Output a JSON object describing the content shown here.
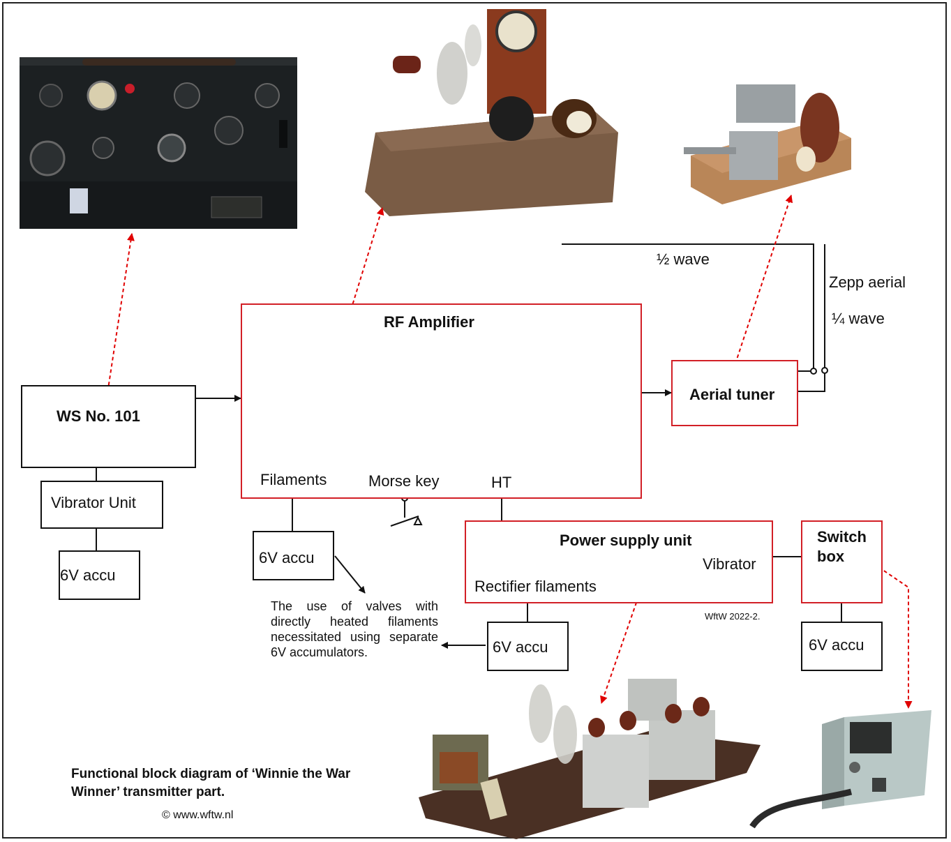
{
  "blocks": {
    "ws101": "WS No. 101",
    "vibrator_unit": "Vibrator Unit",
    "accu_ws": "6V accu",
    "rf_amplifier": "RF Amplifier",
    "filaments": "Filaments",
    "morse_key": "Morse key",
    "ht": "HT",
    "accu_filaments": "6V accu",
    "aerial_tuner": "Aerial tuner",
    "half_wave": "½ wave",
    "zepp_aerial": "Zepp aerial",
    "quarter_wave": "¼ wave",
    "power_supply": "Power supply unit",
    "vibrator": "Vibrator",
    "rectifier_filaments": "Rectifier filaments",
    "accu_psu": "6V accu",
    "switch_box": "Switch box",
    "accu_switch": "6V accu"
  },
  "note": "The use of valves with directly heated filaments necessitated using separate 6V accumulators.",
  "credit": "WftW 2022-2.",
  "caption": {
    "title": "Functional block diagram of ‘Winnie the War Winner’ transmitter part.",
    "copyright": "© www.wftw.nl"
  },
  "colors": {
    "red_outline": "#d21f26",
    "black_outline": "#111111",
    "pointer": "#e00000"
  }
}
